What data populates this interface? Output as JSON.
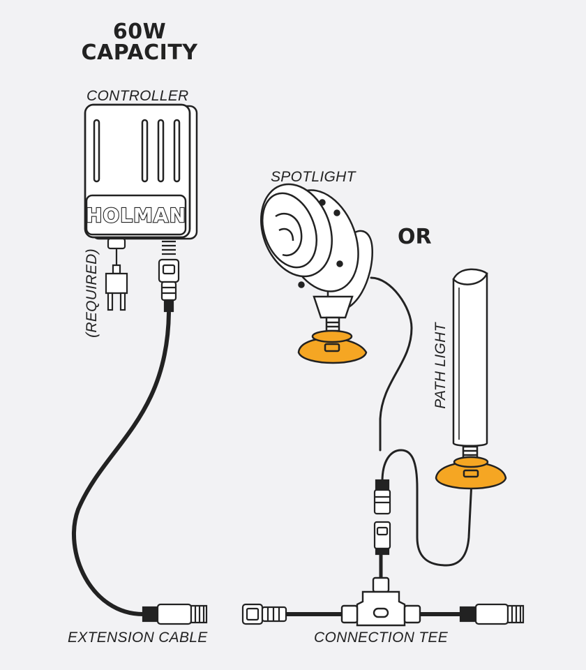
{
  "title": {
    "line1": "60W",
    "line2": "CAPACITY"
  },
  "labels": {
    "controller": "CONTROLLER",
    "required": "(REQUIRED)",
    "spotlight": "SPOTLIGHT",
    "or": "OR",
    "path_light": "PATH LIGHT",
    "extension_cable": "EXTENSION CABLE",
    "connection_tee": "CONNECTION TEE"
  },
  "brand": "HOLMAN",
  "colors": {
    "accent": "#f5a623",
    "outline": "#222222",
    "background": "#f2f2f4"
  }
}
